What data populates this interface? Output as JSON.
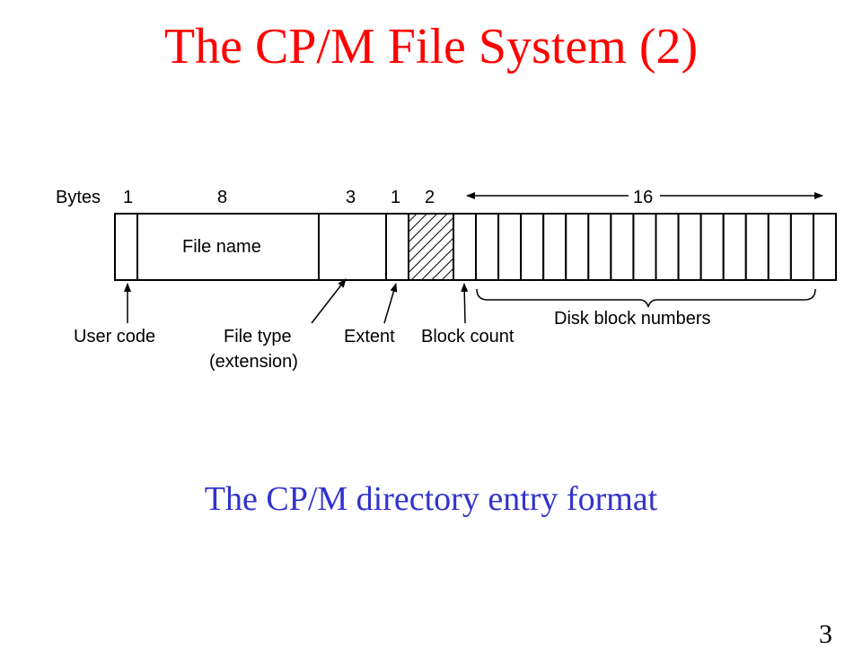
{
  "title": "The CP/M File System (2)",
  "caption": "The CP/M directory entry format",
  "page_number": "3",
  "diagram": {
    "bytes_label": "Bytes",
    "field_sizes": [
      "1",
      "8",
      "3",
      "1",
      "2",
      "16"
    ],
    "file_name_label": "File name",
    "callouts": {
      "user_code": "User code",
      "file_type_line1": "File type",
      "file_type_line2": "(extension)",
      "extent": "Extent",
      "block_count": "Block count",
      "disk_block_numbers": "Disk block numbers"
    },
    "disk_block_count": 16
  }
}
